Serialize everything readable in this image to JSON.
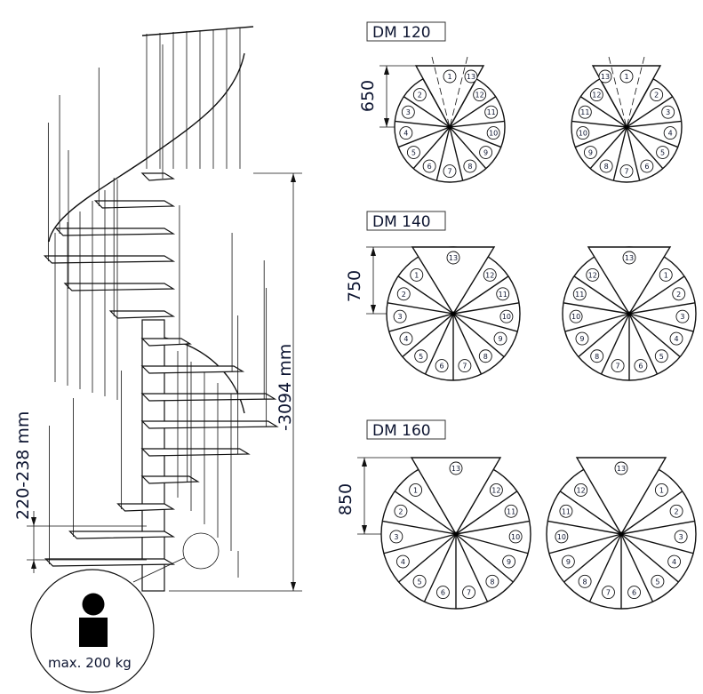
{
  "stair": {
    "height_label": "-3094 mm",
    "rise_label": "220-238 mm",
    "max_load_label": "max. 200 kg"
  },
  "plans": [
    {
      "title": "DM 120",
      "dimension": "650",
      "left": {
        "triangle": [
          "1",
          "13"
        ],
        "arc": [
          "2",
          "3",
          "4",
          "5",
          "6",
          "7",
          "8",
          "9",
          "10",
          "11",
          "12"
        ]
      },
      "right": {
        "triangle": [
          "13",
          "1"
        ],
        "arc": [
          "2",
          "3",
          "4",
          "5",
          "6",
          "7",
          "8",
          "9",
          "10",
          "11",
          "12"
        ]
      }
    },
    {
      "title": "DM 140",
      "dimension": "750",
      "left": {
        "triangle": [
          "13"
        ],
        "arc": [
          "1",
          "2",
          "3",
          "4",
          "5",
          "6",
          "7",
          "8",
          "9",
          "10",
          "11",
          "12"
        ]
      },
      "right": {
        "triangle": [
          "13"
        ],
        "arc": [
          "1",
          "2",
          "3",
          "4",
          "5",
          "6",
          "7",
          "8",
          "9",
          "10",
          "11",
          "12"
        ]
      }
    },
    {
      "title": "DM 160",
      "dimension": "850",
      "left": {
        "triangle": [
          "13"
        ],
        "arc": [
          "1",
          "2",
          "3",
          "4",
          "5",
          "6",
          "7",
          "8",
          "9",
          "10",
          "11",
          "12"
        ]
      },
      "right": {
        "triangle": [
          "13"
        ],
        "arc": [
          "1",
          "2",
          "3",
          "4",
          "5",
          "6",
          "7",
          "8",
          "9",
          "10",
          "11",
          "12"
        ]
      }
    }
  ]
}
